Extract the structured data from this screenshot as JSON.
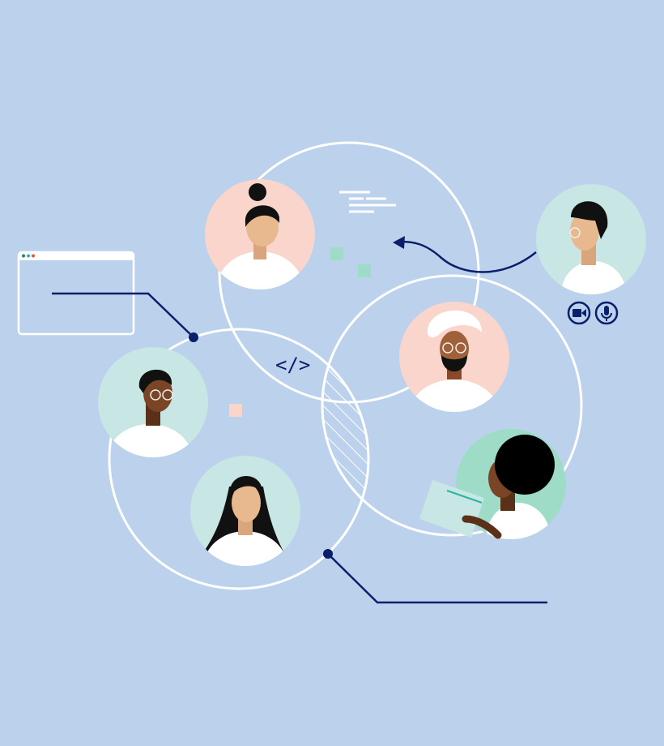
{
  "illustration": {
    "code_glyph": "</>",
    "colors": {
      "background": "#bcd2ec",
      "navy": "#0a1f6b",
      "pink": "#f9d5cc",
      "light_teal": "#c7e6e4",
      "mint": "#9fdcc8",
      "white": "#ffffff"
    },
    "browser_window": {
      "dots": [
        "#138a6c",
        "#2bb5c9",
        "#e8553e"
      ]
    },
    "call_controls": [
      {
        "icon": "video-camera-icon"
      },
      {
        "icon": "microphone-icon"
      }
    ],
    "avatars": [
      {
        "name": "woman-with-bun",
        "bg": "#f9d5cc"
      },
      {
        "name": "man-with-glasses-remote",
        "bg": "#c7e6e4"
      },
      {
        "name": "man-with-turban",
        "bg": "#f9d5cc"
      },
      {
        "name": "man-with-round-glasses",
        "bg": "#c7e6e4"
      },
      {
        "name": "woman-long-hair",
        "bg": "#c7e6e4"
      },
      {
        "name": "woman-afro-with-book",
        "bg": "#9fdcc8"
      }
    ]
  }
}
